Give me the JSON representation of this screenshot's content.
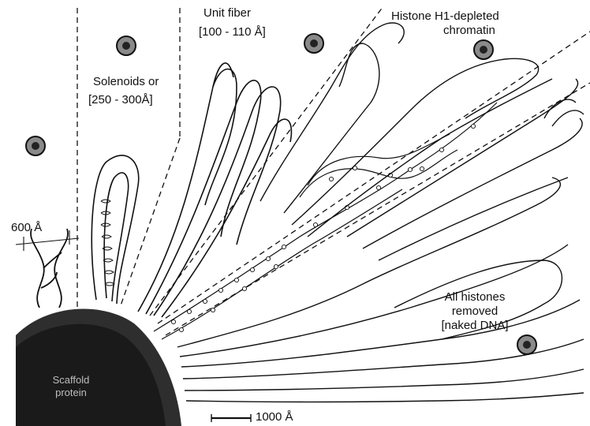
{
  "labels": {
    "unit_fiber": "Unit fiber",
    "unit_fiber_size": "[100 - 110 Å]",
    "solenoids": "Solenoids or",
    "solenoids_size": "[250 - 300Å]",
    "histone_line1": "Histone H1-depleted",
    "histone_line2": "chromatin",
    "naked_line1": "All histones",
    "naked_line2": "removed",
    "naked_line3": "[naked DNA]",
    "width_600": "600 Å",
    "scaffold_line1": "Scaffold",
    "scaffold_line2": "protein",
    "scale_bar": "1000 Å"
  },
  "colors": {
    "ink": "#111111",
    "scaffold_fill": "#1a1a1a",
    "scaffold_rim": "#2e2e2e",
    "marker_gray": "#8a8a8a"
  }
}
